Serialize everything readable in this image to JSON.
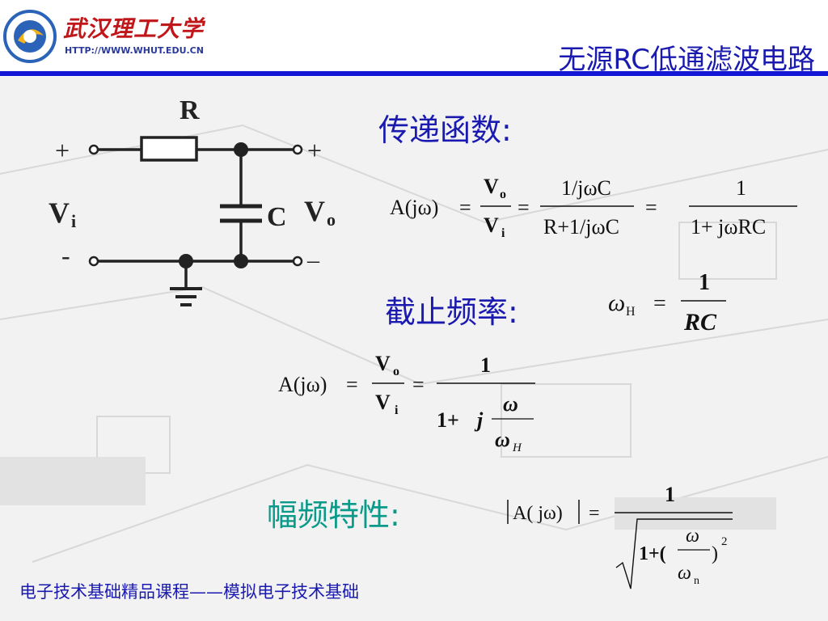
{
  "header": {
    "university_name": "武汉理工大学",
    "university_url": "HTTP://WWW.WHUT.EDU.CN",
    "slide_title": "无源RC低通滤波电路"
  },
  "circuit": {
    "resistor_label": "R",
    "capacitor_label": "C",
    "input_label": "V",
    "input_sub": "i",
    "output_label": "V",
    "output_sub": "o",
    "plus_left": "+",
    "plus_right": "+",
    "minus_left": "-",
    "minus_right": "–"
  },
  "sections": {
    "transfer_function": "传递函数:",
    "cutoff_frequency": "截止频率:",
    "amplitude_response": "幅频特性:"
  },
  "formulas": {
    "transfer": {
      "lhs": "A(jω)",
      "eq": "=",
      "v": "V",
      "o": "o",
      "i": "i",
      "num2": "1/jωC",
      "den2": "R+1/jωC",
      "num3": "1",
      "den3": "1+ jωRC"
    },
    "cutoff": {
      "omega": "ω",
      "sub": "H",
      "eq": "=",
      "num": "1",
      "den": "RC"
    },
    "normalized": {
      "lhs": "A(jω)",
      "eq": "=",
      "v": "V",
      "o": "o",
      "i": "i",
      "num": "1",
      "one_plus": "1+",
      "j": "j",
      "omega": "ω",
      "omega_h": "ω",
      "h": "H"
    },
    "amplitude": {
      "lhs": "A( jω)",
      "eq": "=",
      "num": "1",
      "one_plus": "1+(",
      "close": ")",
      "power": "2",
      "omega": "ω",
      "omega_n": "ω",
      "n": "n"
    }
  },
  "footer": "电子技术基础精品课程——模拟电子技术基础",
  "colors": {
    "accent_blue": "#1a1ab0",
    "teal": "#0a9a8a",
    "brand_red": "#c0171a"
  }
}
